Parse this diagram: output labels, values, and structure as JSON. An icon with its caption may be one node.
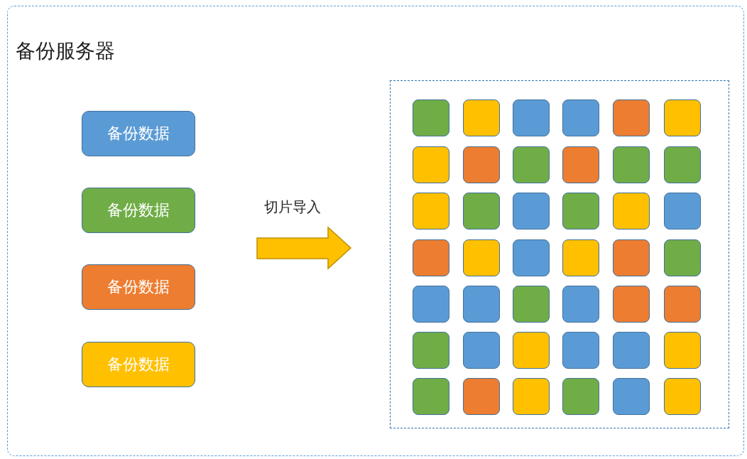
{
  "diagram": {
    "nodes": [
      {
        "text": [
          "备份服务器"
        ]
      },
      {
        "text": [
          "备份数据"
        ],
        "in": 0
      },
      {
        "text": [
          "备份数据"
        ],
        "in": 0
      },
      {
        "text": [
          "备份数据"
        ],
        "in": 0
      },
      {
        "text": [
          "备份数据"
        ],
        "in": 0
      },
      {
        "text": [],
        "shape": "box",
        "in": 0
      },
      {
        "text": [],
        "shape": "box",
        "in": 5
      },
      {
        "text": [],
        "shape": "box",
        "in": 5
      },
      {
        "text": [],
        "shape": "box",
        "in": 5
      },
      {
        "text": [],
        "shape": "box",
        "in": 5
      },
      {
        "text": [],
        "shape": "box",
        "in": 5
      },
      {
        "text": [],
        "shape": "box",
        "in": 5
      },
      {
        "text": [],
        "shape": "box",
        "in": 5
      },
      {
        "text": [],
        "shape": "box",
        "in": 5
      },
      {
        "text": [],
        "shape": "box",
        "in": 5
      },
      {
        "text": [],
        "shape": "box",
        "in": 5
      },
      {
        "text": [],
        "shape": "box",
        "in": 5
      },
      {
        "text": [],
        "shape": "box",
        "in": 5
      },
      {
        "text": [],
        "shape": "box",
        "in": 5
      },
      {
        "text": [],
        "shape": "box",
        "in": 5
      },
      {
        "text": [],
        "shape": "box",
        "in": 5
      },
      {
        "text": [],
        "shape": "box",
        "in": 5
      },
      {
        "text": [],
        "shape": "box",
        "in": 5
      },
      {
        "text": [],
        "shape": "box",
        "in": 5
      },
      {
        "text": [],
        "shape": "box",
        "in": 5
      },
      {
        "text": [],
        "shape": "box",
        "in": 5
      },
      {
        "text": [],
        "shape": "box",
        "in": 5
      },
      {
        "text": [],
        "shape": "box",
        "in": 5
      },
      {
        "text": [],
        "shape": "box",
        "in": 5
      },
      {
        "text": [],
        "shape": "box",
        "in": 5
      },
      {
        "text": [],
        "shape": "box",
        "in": 5
      },
      {
        "text": [],
        "shape": "box",
        "in": 5
      },
      {
        "text": [],
        "shape": "box",
        "in": 5
      },
      {
        "text": [],
        "shape": "box",
        "in": 5
      },
      {
        "text": [],
        "shape": "box",
        "in": 5
      },
      {
        "text": [],
        "shape": "box",
        "in": 5
      },
      {
        "text": [],
        "shape": "box",
        "in": 5
      },
      {
        "text": [],
        "shape": "box",
        "in": 5
      },
      {
        "text": [],
        "shape": "box",
        "in": 5
      },
      {
        "text": [],
        "shape": "box",
        "in": 5
      },
      {
        "text": [],
        "shape": "box",
        "in": 5
      },
      {
        "text": [],
        "shape": "box",
        "in": 5
      },
      {
        "text": [],
        "shape": "box",
        "in": 5
      },
      {
        "text": [],
        "shape": "box",
        "in": 5
      },
      {
        "text": [],
        "shape": "box",
        "in": 5
      },
      {
        "text": [],
        "shape": "box",
        "in": 5
      },
      {
        "text": [],
        "shape": "box",
        "in": 5
      },
      {
        "text": [],
        "shape": "box",
        "in": 5
      }
    ],
    "labels": [
      "切片导入"
    ]
  }
}
